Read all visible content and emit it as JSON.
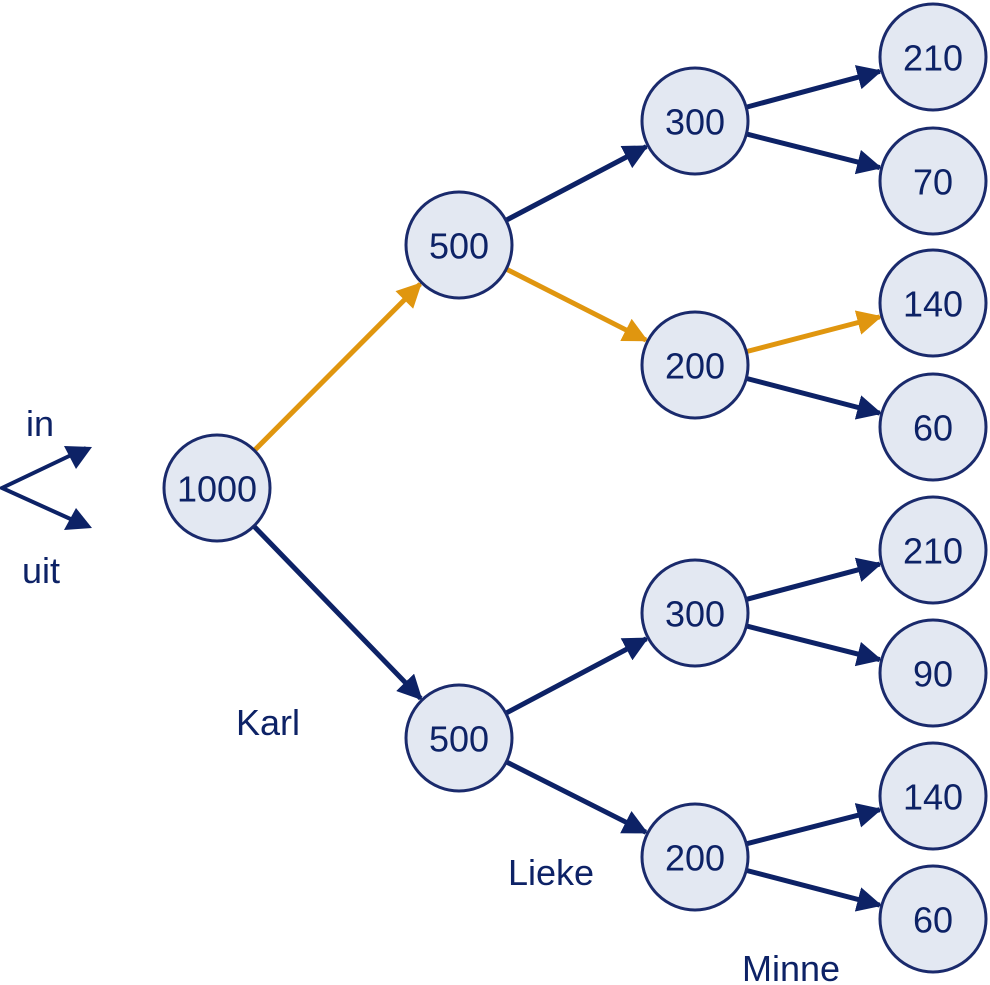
{
  "colors": {
    "navy": "#0d2266",
    "orange": "#e0960f",
    "node_fill": "#e3e8f2",
    "node_stroke": "#1a2a6c"
  },
  "legend": {
    "in_label": "in",
    "out_label": "uit"
  },
  "labels": {
    "karl": "Karl",
    "lieke": "Lieke",
    "minne": "Minne"
  },
  "tree": {
    "root": "1000",
    "level1": [
      "500",
      "500"
    ],
    "level2": [
      "300",
      "200",
      "300",
      "200"
    ],
    "level3": [
      "210",
      "70",
      "140",
      "60",
      "210",
      "90",
      "140",
      "60"
    ]
  },
  "edges": [
    {
      "from": "root",
      "to": "level1.0",
      "color": "orange"
    },
    {
      "from": "root",
      "to": "level1.1",
      "color": "navy"
    },
    {
      "from": "level1.0",
      "to": "level2.0",
      "color": "navy"
    },
    {
      "from": "level1.0",
      "to": "level2.1",
      "color": "orange"
    },
    {
      "from": "level1.1",
      "to": "level2.2",
      "color": "navy"
    },
    {
      "from": "level1.1",
      "to": "level2.3",
      "color": "navy"
    },
    {
      "from": "level2.0",
      "to": "level3.0",
      "color": "navy"
    },
    {
      "from": "level2.0",
      "to": "level3.1",
      "color": "navy"
    },
    {
      "from": "level2.1",
      "to": "level3.2",
      "color": "orange"
    },
    {
      "from": "level2.1",
      "to": "level3.3",
      "color": "navy"
    },
    {
      "from": "level2.2",
      "to": "level3.4",
      "color": "navy"
    },
    {
      "from": "level2.2",
      "to": "level3.5",
      "color": "navy"
    },
    {
      "from": "level2.3",
      "to": "level3.6",
      "color": "navy"
    },
    {
      "from": "level2.3",
      "to": "level3.7",
      "color": "navy"
    }
  ]
}
